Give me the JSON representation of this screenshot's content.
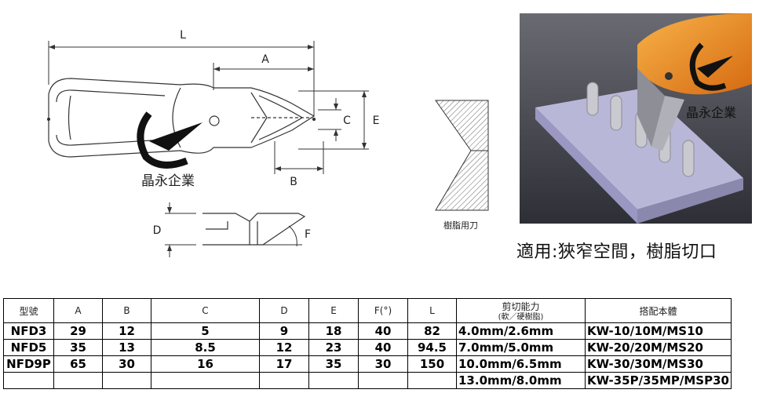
{
  "drawing": {
    "dimensions": [
      "L",
      "A",
      "B",
      "C",
      "E",
      "D",
      "F"
    ],
    "brand_text": "晶永企業",
    "resin_blade_label": "樹脂用刀"
  },
  "photo": {
    "brand_text": "晶永企業"
  },
  "caption": "適用:狹窄空間，樹脂切口",
  "table": {
    "headers": [
      "型號",
      "A",
      "B",
      "C",
      "D",
      "E",
      "F(°)",
      "L",
      "剪切能力",
      "搭配本體"
    ],
    "header_sub": "(軟／硬樹脂)",
    "rows": [
      {
        "model": "NFD3",
        "A": "29",
        "B": "12",
        "C": "5",
        "D": "9",
        "E": "18",
        "F": "40",
        "L": "82",
        "capacity": "4.0mm/2.6mm",
        "body": "KW-10/10M/MS10"
      },
      {
        "model": "NFD5",
        "A": "35",
        "B": "13",
        "C": "8.5",
        "D": "12",
        "E": "23",
        "F": "40",
        "L": "94.5",
        "capacity": "7.0mm/5.0mm",
        "body": "KW-20/20M/MS20"
      },
      {
        "model": "NFD9P",
        "A": "65",
        "B": "30",
        "C": "16",
        "D": "17",
        "E": "35",
        "F": "30",
        "L": "150",
        "capacity": "10.0mm/6.5mm",
        "body": "KW-30/30M/MS30"
      },
      {
        "model": "",
        "A": "",
        "B": "",
        "C": "",
        "D": "",
        "E": "",
        "F": "",
        "L": "",
        "capacity": "13.0mm/8.0mm",
        "body": "KW-35P/35MP/MSP30"
      }
    ]
  }
}
